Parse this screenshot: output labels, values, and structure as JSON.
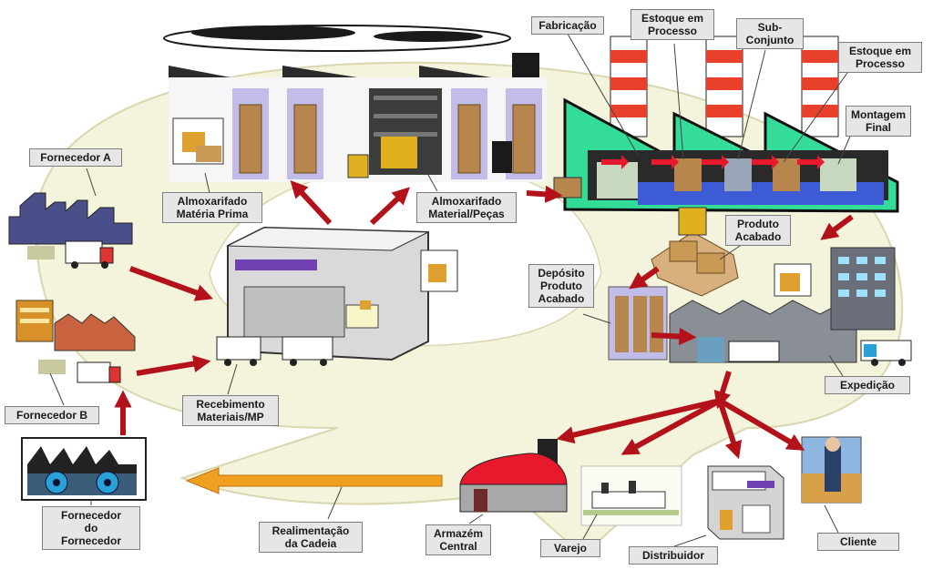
{
  "labels": {
    "fornecedor_a": "Fornecedor A",
    "fornecedor_b": "Fornecedor B",
    "fornecedor_do_fornecedor": [
      "Fornecedor",
      "do",
      "Fornecedor"
    ],
    "almox_materia_prima": [
      "Almoxarifado",
      "Matéria Prima"
    ],
    "almox_material_pecas": [
      "Almoxarifado",
      "Material/Peças"
    ],
    "recebimento": [
      "Recebimento",
      "Materiais/MP"
    ],
    "fabricacao": "Fabricação",
    "estoque_processo_1": [
      "Estoque em",
      "Processo"
    ],
    "sub_conjunto": [
      "Sub-",
      "Conjunto"
    ],
    "estoque_processo_2": [
      "Estoque em",
      "Processo"
    ],
    "montagem_final": [
      "Montagem",
      "Final"
    ],
    "produto_acabado": [
      "Produto",
      "Acabado"
    ],
    "deposito_produto_acabado": [
      "Depósito",
      "Produto",
      "Acabado"
    ],
    "expedicao": "Expedição",
    "realimentacao": [
      "Realimentação",
      "da Cadeia"
    ],
    "armazem_central": [
      "Armazém",
      "Central"
    ],
    "varejo": "Varejo",
    "distribuidor": "Distribuidor",
    "cliente": "Cliente"
  },
  "colors": {
    "flow_arrow": "#b3121b",
    "feedback_arrow": "#f0a020",
    "factory_roof": "#33dd99",
    "chimney_stripe": "#e8402a",
    "warehouse_roof": "#e8192c",
    "loop_fill": "#f4f3dc"
  }
}
